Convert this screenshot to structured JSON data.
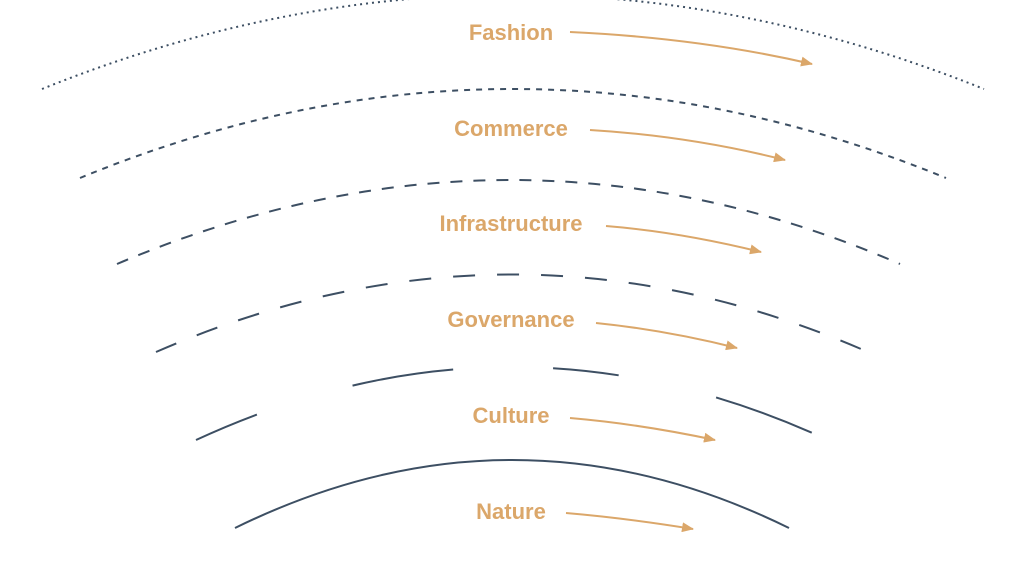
{
  "colors": {
    "arc": "#3d4f63",
    "label": "#dba76a",
    "arrow": "#dba76a",
    "background": "#ffffff"
  },
  "layers": [
    {
      "label": "Fashion"
    },
    {
      "label": "Commerce"
    },
    {
      "label": "Infrastructure"
    },
    {
      "label": "Governance"
    },
    {
      "label": "Culture"
    },
    {
      "label": "Nature"
    }
  ]
}
